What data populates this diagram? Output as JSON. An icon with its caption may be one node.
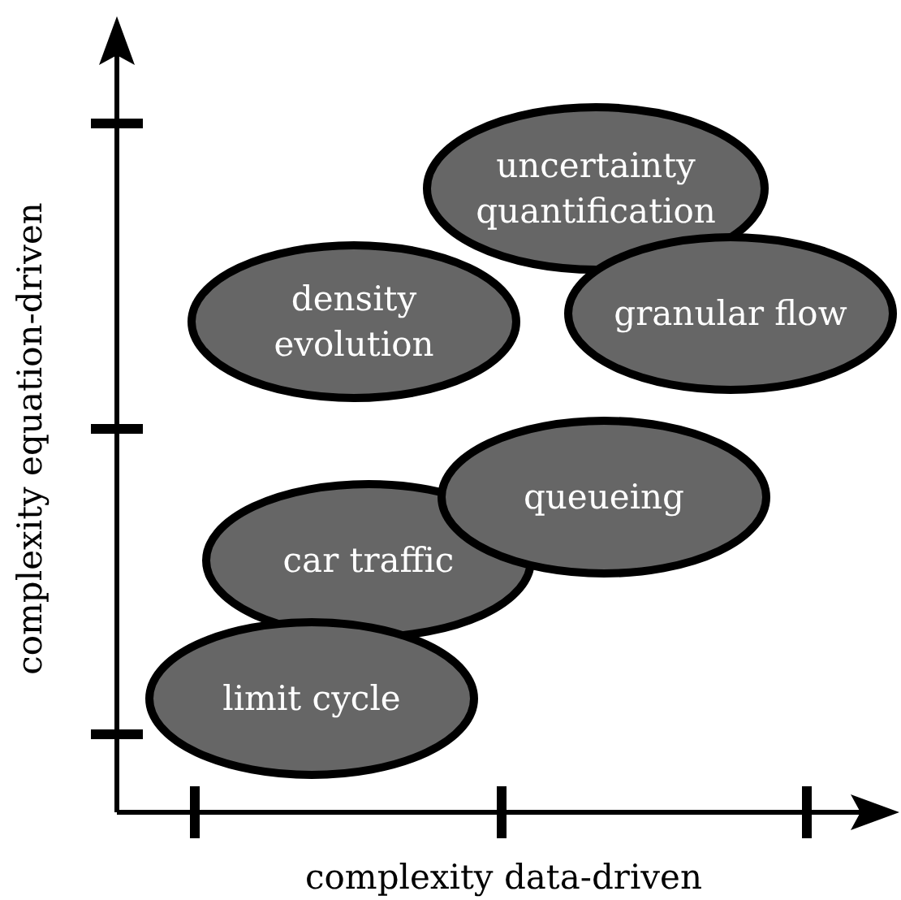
{
  "diagram": {
    "nodes": [
      {
        "text": [
          "uncertainty quantification"
        ]
      },
      {
        "text": [
          "density evolution"
        ]
      },
      {
        "text": [
          "granular flow"
        ]
      },
      {
        "text": [
          "queueing"
        ]
      },
      {
        "text": [
          "car traffic"
        ]
      },
      {
        "text": [
          "limit cycle"
        ]
      }
    ],
    "labels": [
      "complexity equation-driven",
      "complexity data-driven"
    ]
  }
}
